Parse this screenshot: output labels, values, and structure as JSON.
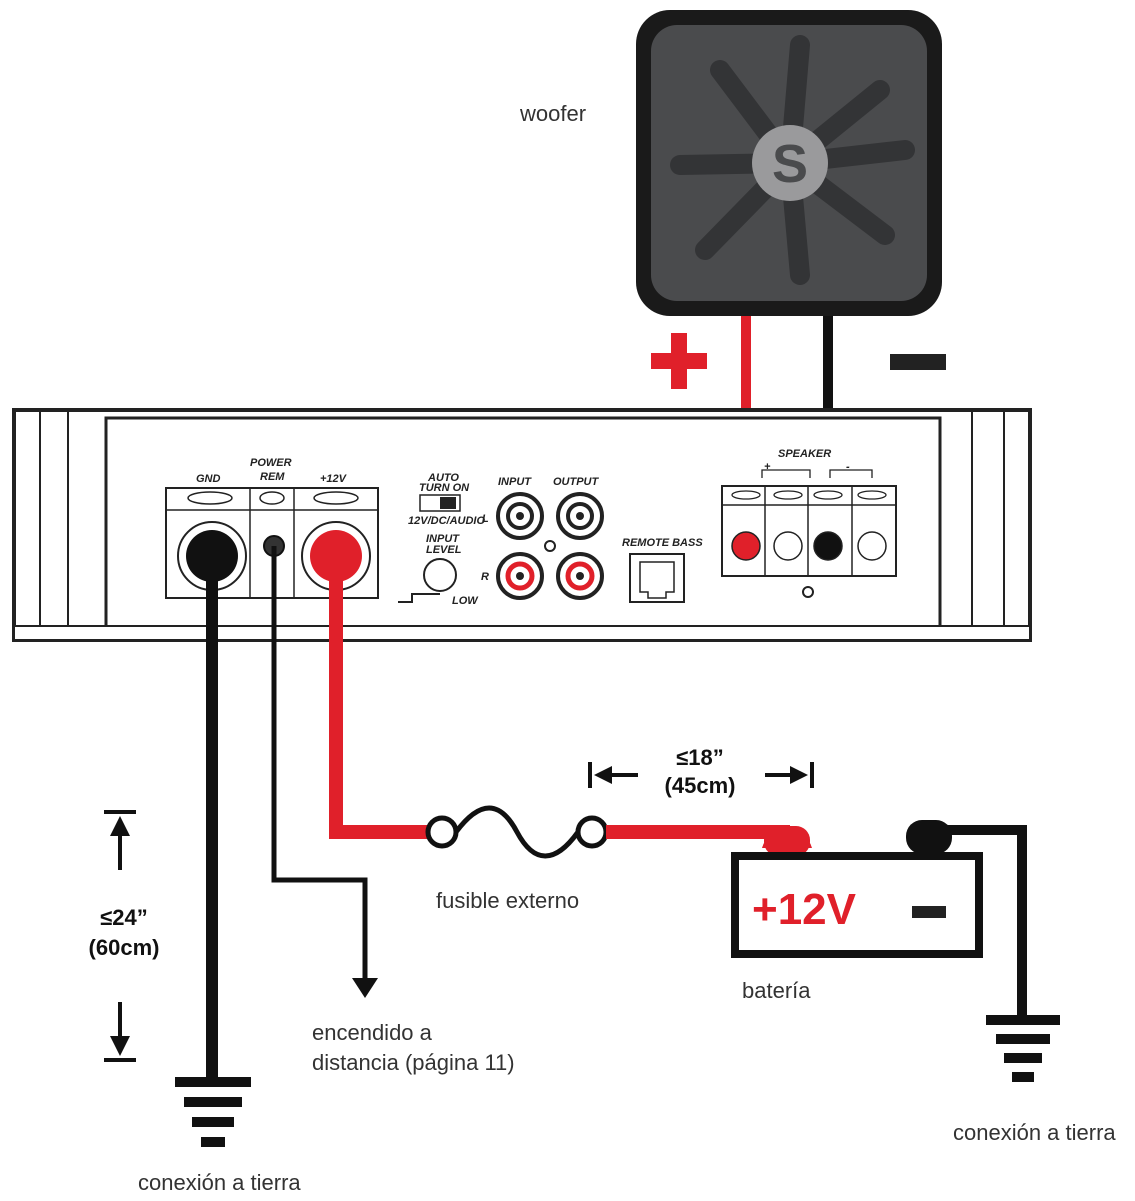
{
  "labels": {
    "woofer": "woofer",
    "plus_sign": "+",
    "minus_sign": "−",
    "fuse": "fusible externo",
    "battery": "batería",
    "battery_plus_voltage": "+12V",
    "battery_minus": "−",
    "remote": "encendido a",
    "remote_line2": "distancia (página 11)",
    "ground_left": "conexión a tierra",
    "ground_right": "conexión a tierra",
    "dist_battery_top": "≤18”",
    "dist_battery_bottom": "(45cm)",
    "dist_ground_top": "≤24”",
    "dist_ground_bottom": "(60cm)"
  },
  "amp_panel": {
    "gnd": "GND",
    "power": "POWER",
    "rem": "REM",
    "v12": "+12V",
    "auto": "AUTO",
    "turn_on": "TURN ON",
    "mode": "12V/DC/AUDIO",
    "input_level": "INPUT",
    "level": "LEVEL",
    "low_high": "LOW",
    "input": "INPUT",
    "output": "OUTPUT",
    "ch_l": "L",
    "ch_r": "R",
    "remote_bass": "REMOTE BASS",
    "speaker": "SPEAKER",
    "spk_plus": "+",
    "spk_minus": "-"
  },
  "colors": {
    "wire_red": "#e0202a",
    "wire_black": "#111111",
    "woofer_box": "#4a4b4d"
  },
  "icons": [
    "woofer-logo-icon",
    "fuse-icon",
    "battery-icon",
    "ground-symbol-icon",
    "arrow-icon"
  ]
}
